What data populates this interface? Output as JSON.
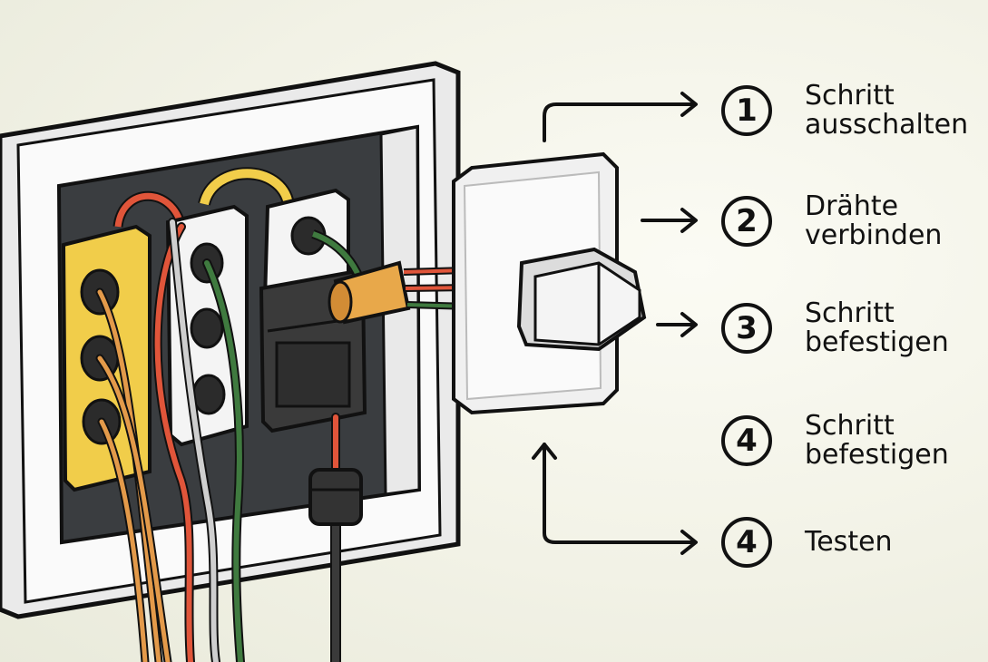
{
  "steps": [
    {
      "number": "1",
      "line1": "Schritt",
      "line2": "ausschalten"
    },
    {
      "number": "2",
      "line1": "Drähte",
      "line2": "verbinden"
    },
    {
      "number": "3",
      "line1": "Schritt",
      "line2": "befestigen"
    },
    {
      "number": "4",
      "line1": "Schritt",
      "line2": "befestigen"
    },
    {
      "number": "4",
      "line1": "Testen",
      "line2": ""
    }
  ],
  "colors": {
    "wire_red": "#e0553a",
    "wire_orange": "#e39a4a",
    "wire_green": "#3f7a3f",
    "wire_gray": "#9a9a9a",
    "terminal_yellow": "#f1cd4a",
    "outline": "#111111",
    "cavity": "#3a3d40"
  }
}
